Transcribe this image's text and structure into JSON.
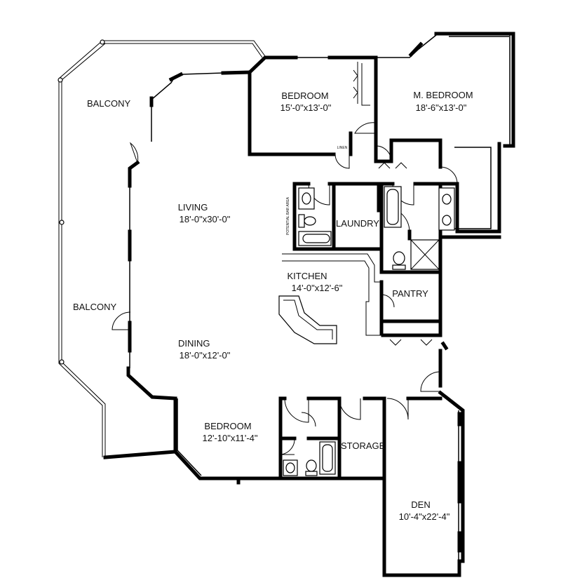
{
  "rooms": {
    "bedroom_1": {
      "name": "BEDROOM",
      "dims": "15'-0\"x13'-0\""
    },
    "master_bedroom": {
      "name": "M. BEDROOM",
      "dims": "18'-6\"x13'-0\""
    },
    "living": {
      "name": "LIVING",
      "dims": "18'-0\"x30'-0\""
    },
    "kitchen": {
      "name": "KITCHEN",
      "dims": "14'-0\"x12'-6\""
    },
    "dining": {
      "name": "DINING",
      "dims": "18'-0\"x12'-0\""
    },
    "bedroom_2": {
      "name": "BEDROOM",
      "dims": "12'-10\"x11'-4\""
    },
    "den": {
      "name": "DEN",
      "dims": "10'-4\"x22'-4\""
    }
  },
  "labels": {
    "balcony_top": "BALCONY",
    "balcony_mid": "BALCONY",
    "laundry": "LAUNDRY",
    "pantry": "PANTRY",
    "storage": "STORAGE",
    "linen": "LINEN",
    "bar_area": "POTENTIAL BAR AREA"
  }
}
